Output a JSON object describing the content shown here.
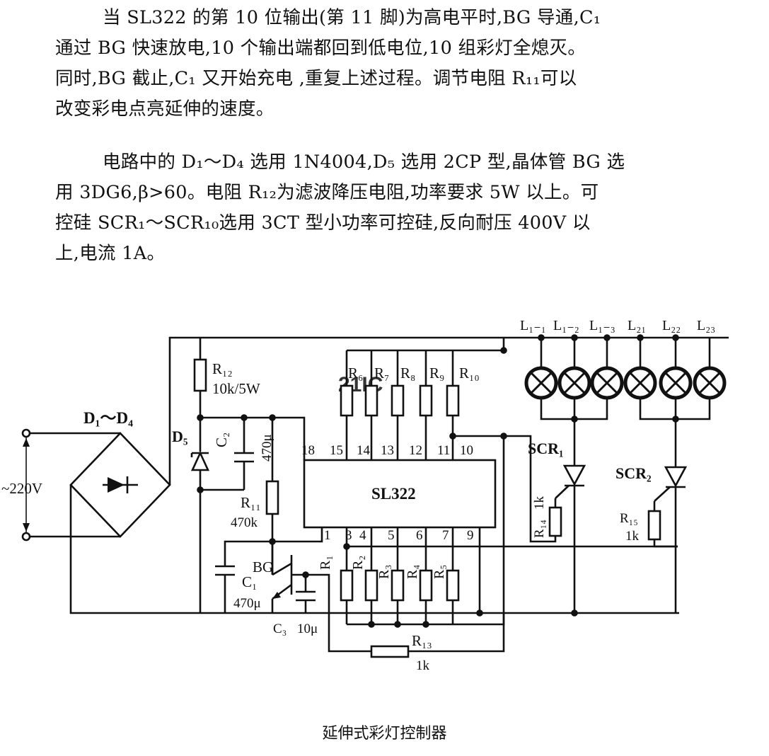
{
  "text": {
    "para1": [
      "当 SL322 的第 10 位输出(第 11 脚)为高电平时,BG 导通,C₁",
      "通过 BG 快速放电,10 个输出端都回到低电位,10 组彩灯全熄灭。",
      "同时,BG 截止,C₁ 又开始充电 ,重复上述过程。调节电阻 R₁₁可以",
      "改变彩电点亮延伸的速度。"
    ],
    "para2": [
      "电路中的 D₁～D₄ 选用 1N4004,D₅ 选用 2CP 型,晶体管 BG 选",
      "用 3DG6,β>60。电阻 R₁₂为滤波降压电阻,功率要求 5W 以上。可",
      "控硅 SCR₁～SCR₁₀选用 3CT 型小功率可控硅,反向耐压 400V 以",
      "上,电流 1A。"
    ],
    "caption": "延伸式彩灯控制器"
  },
  "diagram": {
    "watermark": "21IC",
    "supply": "~220V",
    "bridge": "D₁～D₄",
    "r12": {
      "name": "R₁₂",
      "value": "10k/5W"
    },
    "d5": "D₅",
    "c2": {
      "name": "C₂",
      "value": "470μ"
    },
    "r11": {
      "name": "R₁₁",
      "value": "470k"
    },
    "c1": {
      "name": "C₁",
      "value": "470μ"
    },
    "bg": "BG",
    "c3": {
      "name": "C₃",
      "value": "10μ"
    },
    "r13": {
      "name": "R₁₃",
      "value": "1k"
    },
    "ic": "SL322",
    "top_resistors": [
      "R₆",
      "R₇",
      "R₈",
      "R₉",
      "R₁₀"
    ],
    "bottom_resistors": [
      "R₁",
      "R₂",
      "R₃",
      "R₄",
      "R₅"
    ],
    "top_pins": [
      "18",
      "15",
      "14",
      "13",
      "12",
      "11",
      "10"
    ],
    "bottom_pins": [
      "1",
      "3",
      "4",
      "5",
      "6",
      "7",
      "9"
    ],
    "lamp_labels": [
      "L₁₋₁",
      "L₁₋₂",
      "L₁₋₃",
      "L₂₁",
      "L₂₂",
      "L₂₃"
    ],
    "scr1": "SCR₁",
    "scr2": "SCR₂",
    "r14": {
      "name": "R₁₄",
      "value": "1k"
    },
    "r15": {
      "name": "R₁₅",
      "value": "1k"
    }
  }
}
